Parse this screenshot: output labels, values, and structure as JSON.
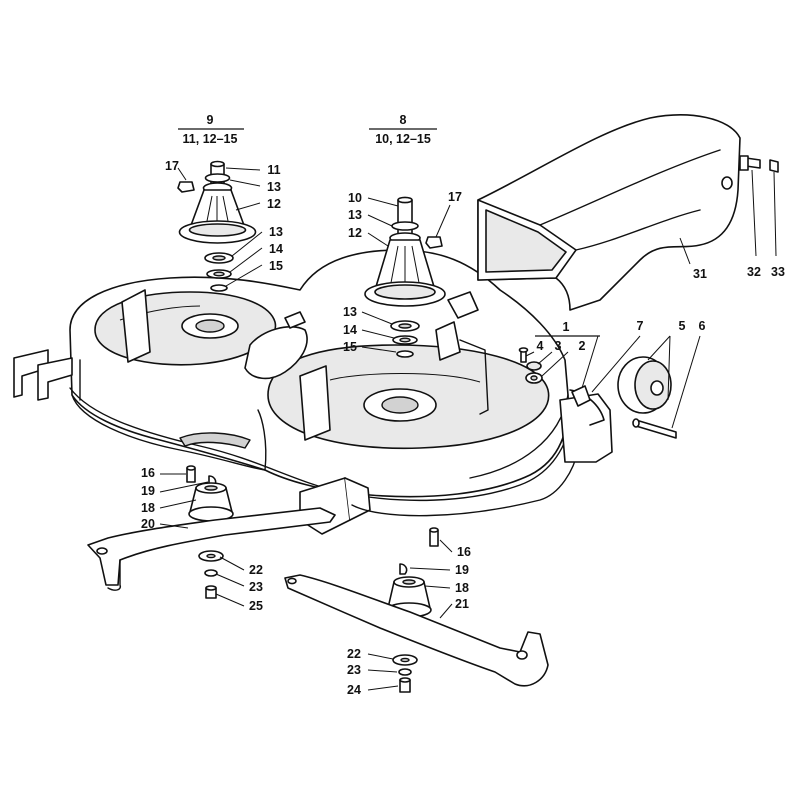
{
  "diagram": {
    "group_headers": [
      {
        "id": "g9",
        "top": "9",
        "bottom": "11, 12–15"
      },
      {
        "id": "g8",
        "top": "8",
        "bottom": "10, 12–15"
      },
      {
        "id": "g1",
        "top": "1",
        "bottom": ""
      }
    ],
    "callouts": [
      {
        "id": "c17a",
        "text": "17"
      },
      {
        "id": "c11",
        "text": "11"
      },
      {
        "id": "c13a",
        "text": "13"
      },
      {
        "id": "c12a",
        "text": "12"
      },
      {
        "id": "c13b",
        "text": "13"
      },
      {
        "id": "c14a",
        "text": "14"
      },
      {
        "id": "c15a",
        "text": "15"
      },
      {
        "id": "c10",
        "text": "10"
      },
      {
        "id": "c13c",
        "text": "13"
      },
      {
        "id": "c12b",
        "text": "12"
      },
      {
        "id": "c17b",
        "text": "17"
      },
      {
        "id": "c13d",
        "text": "13"
      },
      {
        "id": "c14b",
        "text": "14"
      },
      {
        "id": "c15b",
        "text": "15"
      },
      {
        "id": "c4",
        "text": "4"
      },
      {
        "id": "c3",
        "text": "3"
      },
      {
        "id": "c2",
        "text": "2"
      },
      {
        "id": "c7",
        "text": "7"
      },
      {
        "id": "c5",
        "text": "5"
      },
      {
        "id": "c6",
        "text": "6"
      },
      {
        "id": "c31",
        "text": "31"
      },
      {
        "id": "c32",
        "text": "32"
      },
      {
        "id": "c33",
        "text": "33"
      },
      {
        "id": "c16a",
        "text": "16"
      },
      {
        "id": "c19a",
        "text": "19"
      },
      {
        "id": "c18a",
        "text": "18"
      },
      {
        "id": "c20",
        "text": "20"
      },
      {
        "id": "c22a",
        "text": "22"
      },
      {
        "id": "c23a",
        "text": "23"
      },
      {
        "id": "c25",
        "text": "25"
      },
      {
        "id": "c16b",
        "text": "16"
      },
      {
        "id": "c19b",
        "text": "19"
      },
      {
        "id": "c18b",
        "text": "18"
      },
      {
        "id": "c21",
        "text": "21"
      },
      {
        "id": "c22b",
        "text": "22"
      },
      {
        "id": "c23b",
        "text": "23"
      },
      {
        "id": "c24",
        "text": "24"
      }
    ]
  }
}
